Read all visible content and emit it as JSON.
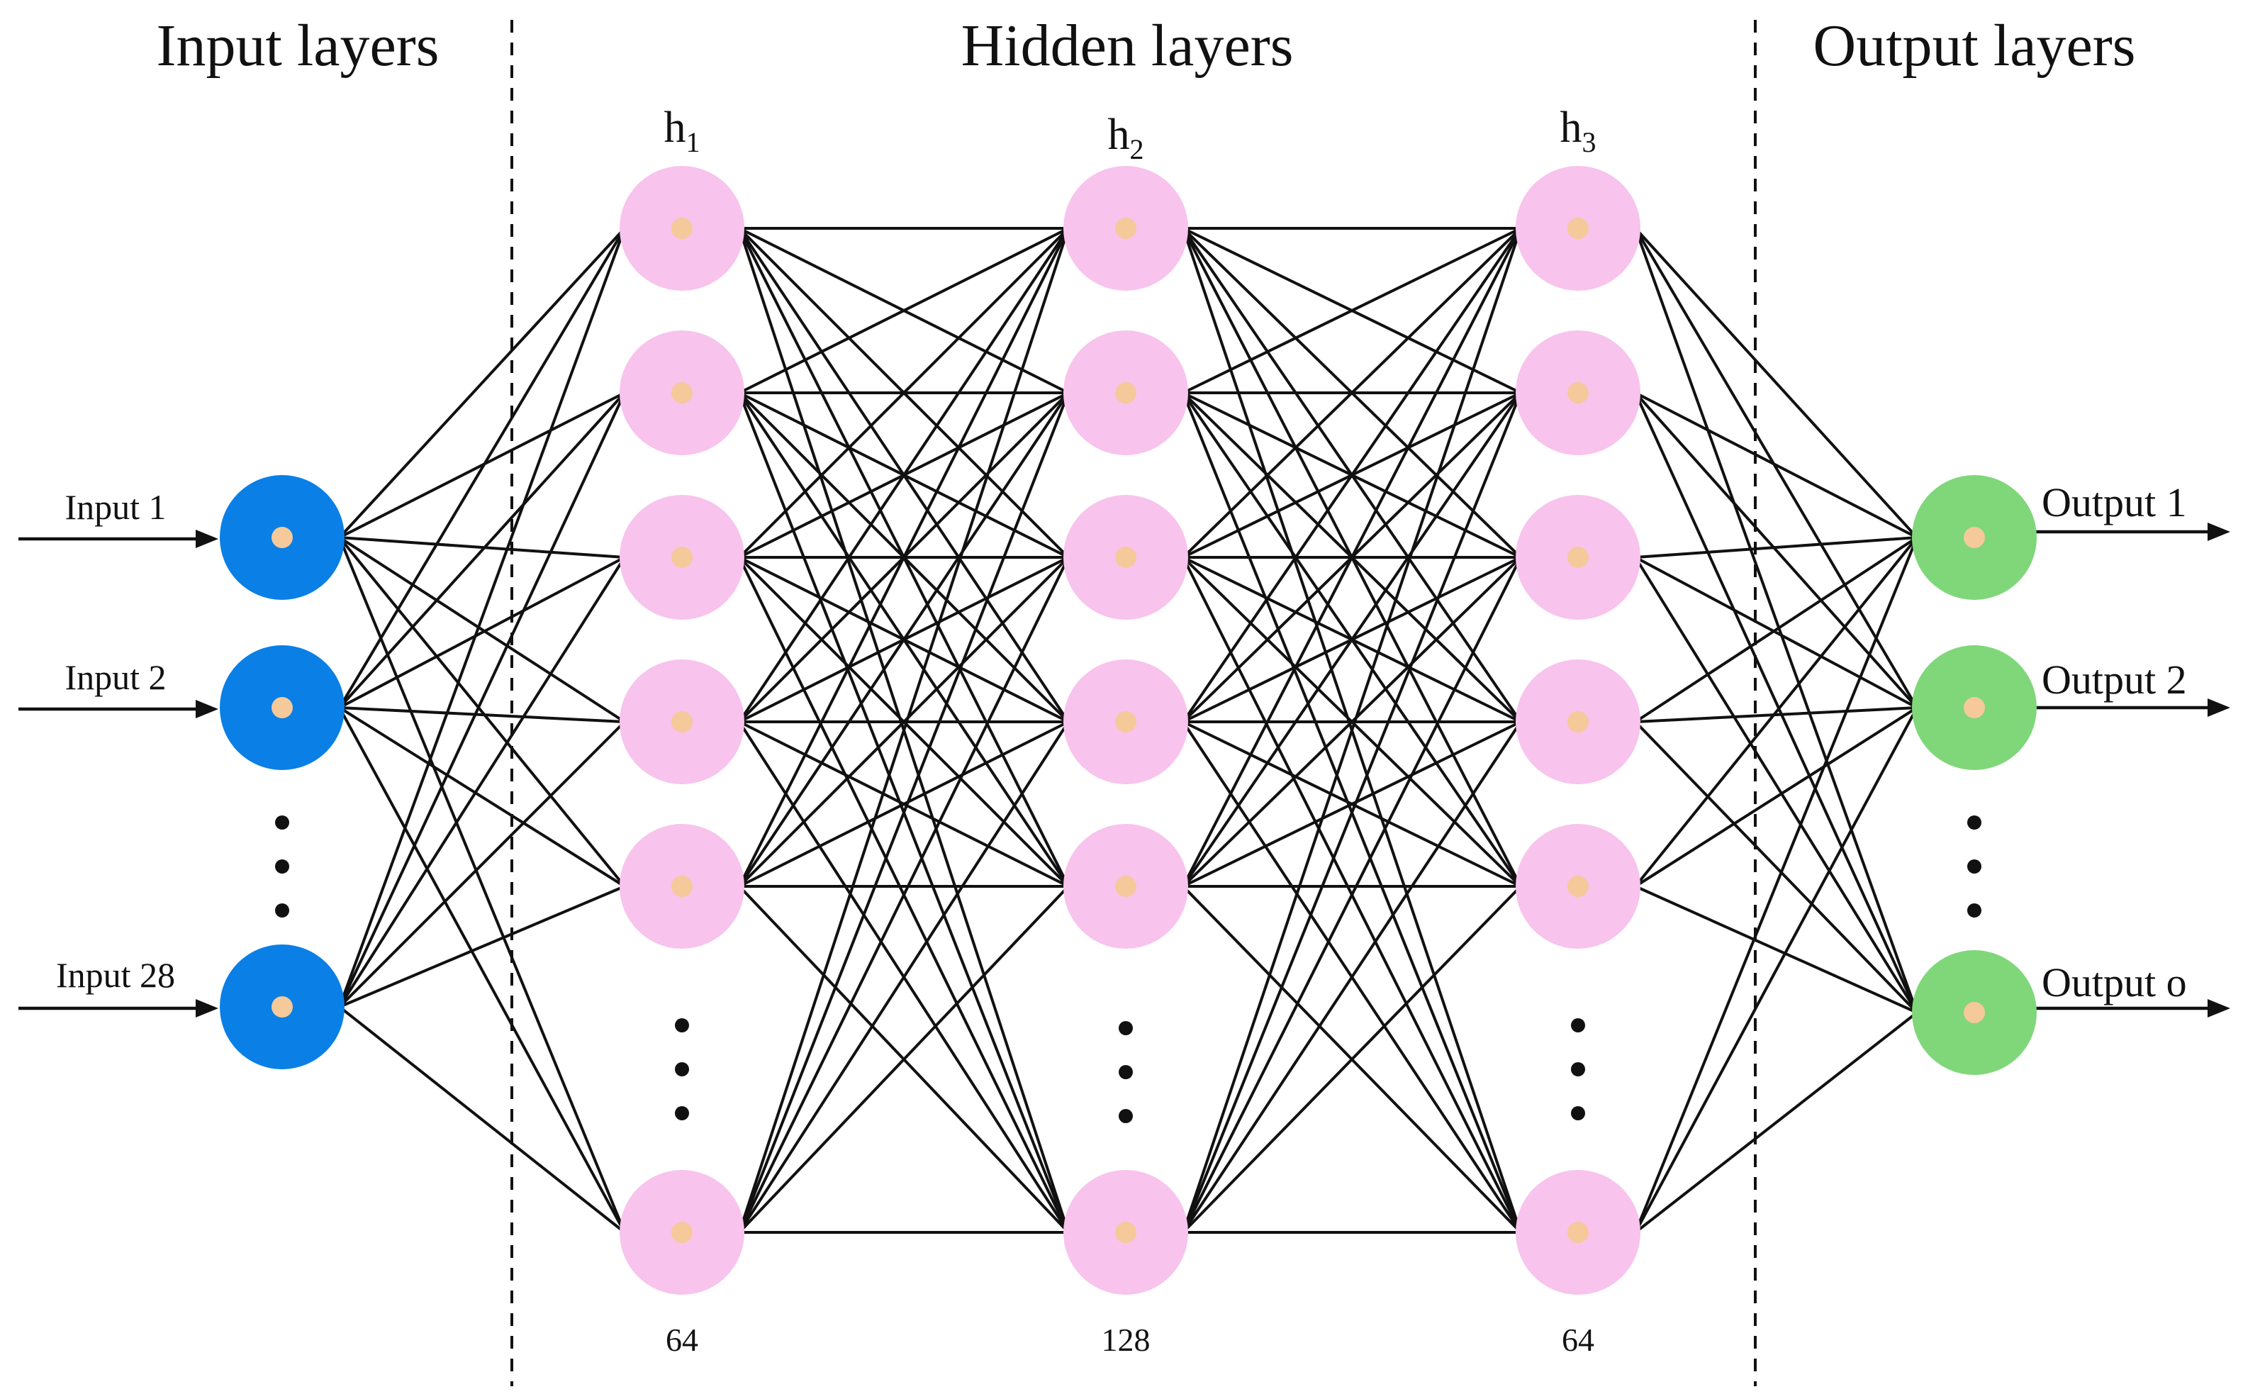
{
  "sections": {
    "input": "Input layers",
    "hidden": "Hidden layers",
    "output": "Output layers"
  },
  "hidden_layers": [
    {
      "symbol": "h",
      "index": "1",
      "size": "64"
    },
    {
      "symbol": "h",
      "index": "2",
      "size": "128"
    },
    {
      "symbol": "h",
      "index": "3",
      "size": "64"
    }
  ],
  "inputs": [
    "Input 1",
    "Input 2",
    "Input 28"
  ],
  "outputs": [
    "Output 1",
    "Output 2",
    "Output o"
  ],
  "colors": {
    "input_node": "#0a7fe6",
    "hidden_node": "#f8c3ec",
    "output_node": "#7fd77a",
    "node_center": "#f5c99a",
    "edges": "#111111"
  }
}
